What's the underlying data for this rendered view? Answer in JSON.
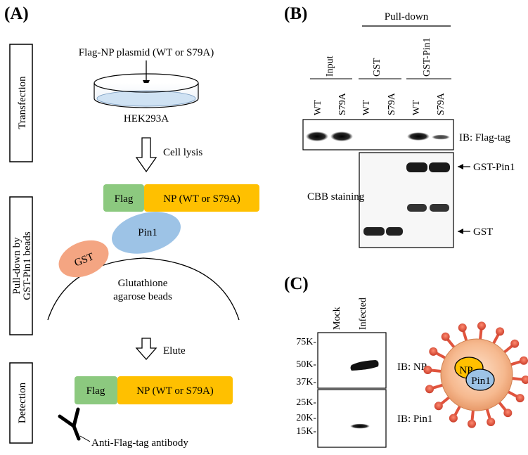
{
  "panels": {
    "A": "(A)",
    "B": "(B)",
    "C": "(C)"
  },
  "panel_a": {
    "stages": {
      "transfection": "Transfection",
      "pulldown_line1": "Pull-down by",
      "pulldown_line2": "GST-Pin1 beads",
      "detection": "Detection"
    },
    "plasmid_label": "Flag-NP plasmid (WT or S79A)",
    "cell_line": "HEK293A",
    "step_lysis": "Cell lysis",
    "step_elute": "Elute",
    "flag": "Flag",
    "np": "NP (WT or S79A)",
    "pin1": "Pin1",
    "gst": "GST",
    "beads_line1": "Glutathione",
    "beads_line2": "agarose beads",
    "antibody": "Anti-Flag-tag antibody"
  },
  "panel_b": {
    "pulldown_header": "Pull-down",
    "groups": [
      "Input",
      "GST",
      "GST-Pin1"
    ],
    "lanes": [
      "WT",
      "S79A",
      "WT",
      "S79A",
      "WT",
      "S79A"
    ],
    "blot_label": "IB: Flag-tag",
    "cbb_label": "CBB staining",
    "gst_pin1_marker": "GST-Pin1",
    "gst_marker": "GST"
  },
  "panel_c": {
    "lanes": [
      "Mock",
      "Infected"
    ],
    "mw_markers": [
      "75K-",
      "50K-",
      "37K-",
      "25K-",
      "20K-",
      "15K-"
    ],
    "blot_np": "IB: NP",
    "blot_pin1": "IB: Pin1",
    "virus_np": "NP",
    "virus_pin1": "Pin1"
  },
  "colors": {
    "flag": "#8cc97f",
    "np": "#ffc000",
    "pin1": "#9dc3e6",
    "gst": "#f4a582",
    "dish": "#cfe2f3",
    "virus_body": "#f8c9a8",
    "virus_spike": "#e0533d"
  }
}
